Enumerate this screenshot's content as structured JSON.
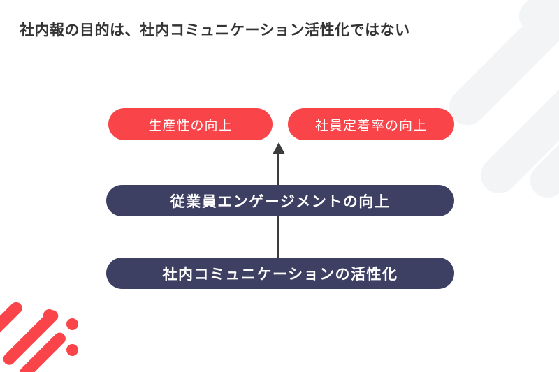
{
  "slide": {
    "title": "社内報の目的は、社内コミュニケーション活性化ではない",
    "background_color": "#FFFFFF",
    "title_color": "#333333"
  },
  "colors": {
    "accent_red": "#F9454A",
    "navy": "#3D4063",
    "decor_grey": "#F3F4F6",
    "arrow": "#3C3C3C"
  },
  "diagram": {
    "type": "flow-upward",
    "outcomes": [
      {
        "label": "生産性の向上",
        "color": "#F9454A"
      },
      {
        "label": "社員定着率の向上",
        "color": "#F9454A"
      }
    ],
    "stages": [
      {
        "label": "従業員エンゲージメントの向上",
        "color": "#3D4063"
      },
      {
        "label": "社内コミュニケーションの活性化",
        "color": "#3D4063"
      }
    ],
    "arrow": {
      "direction": "up",
      "from": "社内コミュニケーションの活性化",
      "to": "生産性の向上 / 社員定着率の向上"
    }
  },
  "decorations": {
    "top_right": "diagonal-stripes-grey",
    "bottom_left": "diagonal-stripes-and-dots-red"
  }
}
